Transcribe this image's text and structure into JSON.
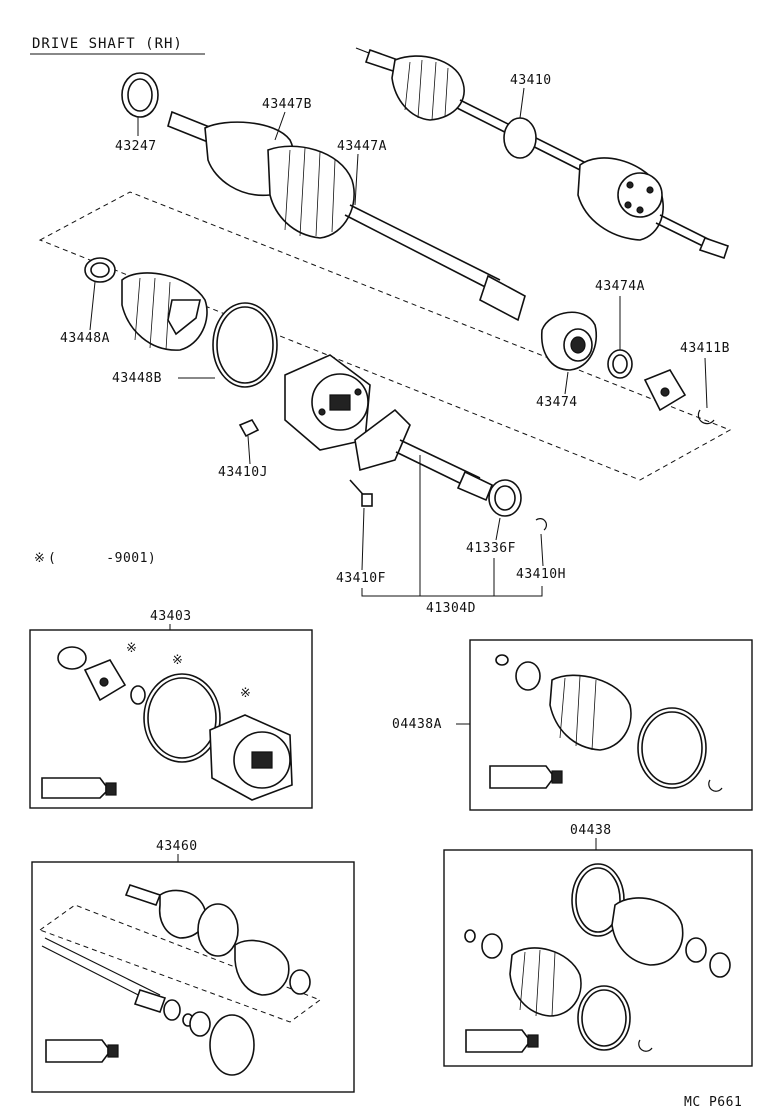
{
  "title": "DRIVE SHAFT (RH)",
  "footer_code": "MC P661",
  "note": {
    "symbol": "※",
    "text": "(      -9001)"
  },
  "asterisk": "※",
  "labels": {
    "p43410": "43410",
    "p43447B": "43447B",
    "p43247": "43247",
    "p43447A": "43447A",
    "p43448A": "43448A",
    "p43448B": "43448B",
    "p43410J": "43410J",
    "p43474A": "43474A",
    "p43411B": "43411B",
    "p43474": "43474",
    "p43410F": "43410F",
    "p41336F": "41336F",
    "p43410H": "43410H",
    "p41304D": "41304D",
    "k43403": "43403",
    "k04438A": "04438A",
    "k43460": "43460",
    "k04438": "04438"
  }
}
